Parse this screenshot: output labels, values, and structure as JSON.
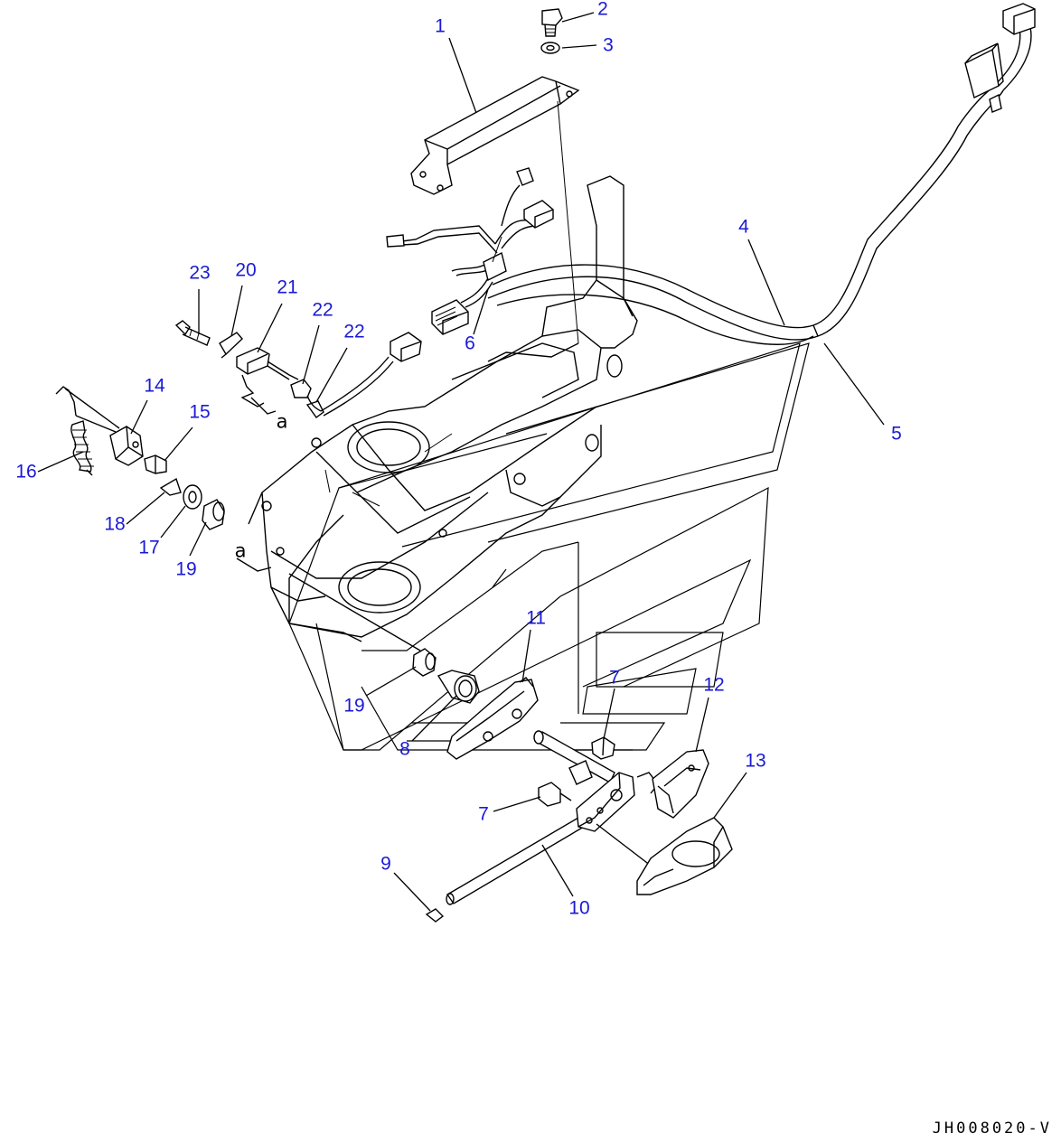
{
  "diagram": {
    "drawing_code": "JH008020-V",
    "view_marker": "a",
    "callouts": [
      "1",
      "2",
      "3",
      "4",
      "5",
      "6",
      "7",
      "7",
      "8",
      "9",
      "10",
      "11",
      "12",
      "13",
      "14",
      "15",
      "16",
      "17",
      "18",
      "19",
      "19",
      "20",
      "21",
      "22",
      "22",
      "23"
    ]
  },
  "colors": {
    "callout": "#1a1ad6",
    "line": "#000000",
    "background": "#ffffff"
  }
}
